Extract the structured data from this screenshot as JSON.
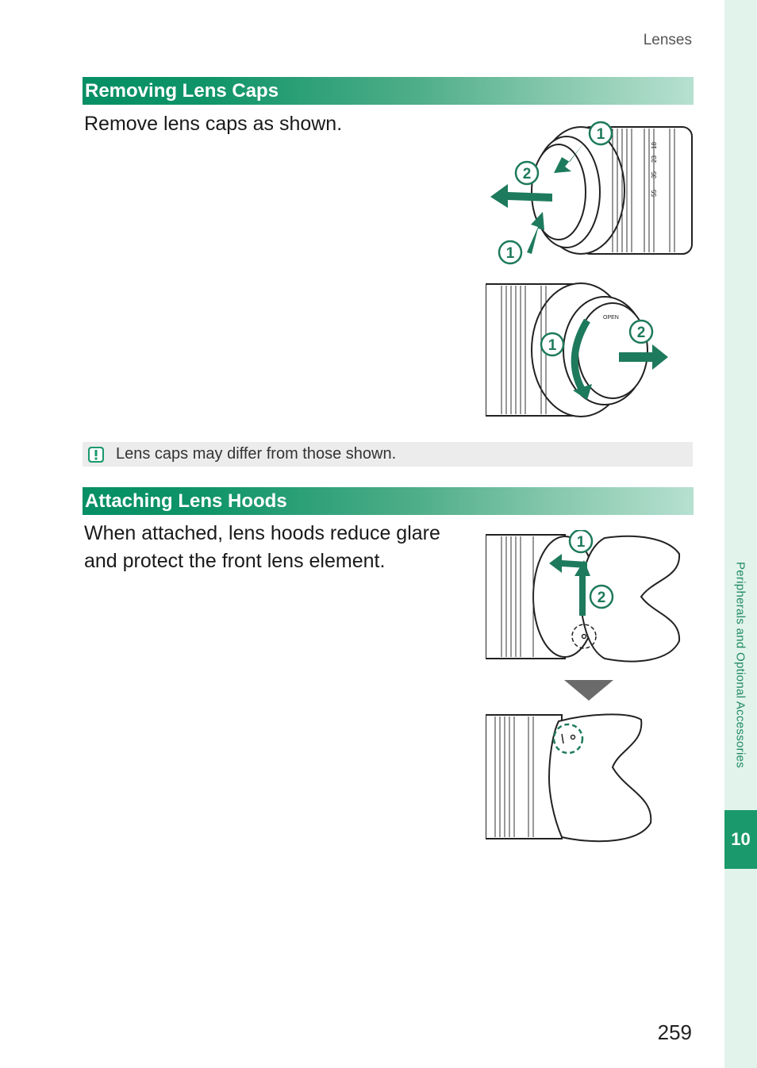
{
  "running_head": "Lenses",
  "side_tab": {
    "label": "Peripherals and Optional Accessories",
    "chapter": "10"
  },
  "sections": [
    {
      "title": "Removing Lens Caps",
      "body": "Remove lens caps as shown."
    },
    {
      "title": "Attaching Lens Hoods",
      "body_lines": [
        "When attached, lens hoods reduce glare",
        "and protect the front lens element."
      ]
    }
  ],
  "note": {
    "icon": "caution-icon",
    "text": "Lens caps may differ from those shown."
  },
  "figures": {
    "front_cap": {
      "step_labels": [
        "1",
        "2",
        "1"
      ],
      "lens_markings": [
        "55",
        "35",
        "23",
        "18"
      ]
    },
    "rear_cap": {
      "step_labels": [
        "1",
        "2"
      ],
      "cap_marking": "OPEN"
    },
    "hood_attach": {
      "step_labels": [
        "1",
        "2"
      ]
    },
    "hood_attached": {}
  },
  "page_number": "259",
  "colors": {
    "accent_green": "#1a9a6c",
    "arrow_green": "#1e7a5d",
    "side_tab": "#e2f3ec",
    "note_bg": "#ececec"
  }
}
